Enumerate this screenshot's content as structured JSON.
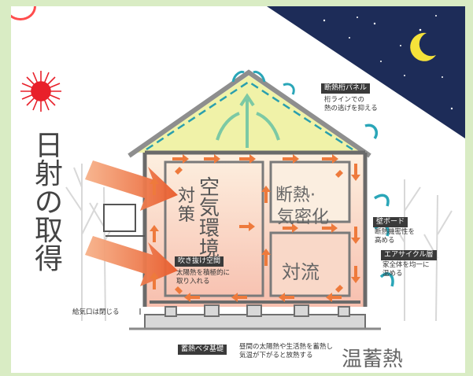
{
  "labels": {
    "rafter_panel": "断熱桁パネル",
    "rafter_note": [
      "桁ラインでの",
      "熱の逃げを抑える"
    ],
    "wall_board": "壁ボード",
    "wall_note": [
      "断熱機密性を",
      "高める"
    ],
    "air_cycle": "エアサイクル層",
    "air_note": [
      "家全体を均一に",
      "温める"
    ],
    "atrium": "吹き抜け空間",
    "atrium_note": [
      "太陽熱を積極的に",
      "取り入れる"
    ],
    "vent_note": "給気口は閉じる",
    "foundation": "蓄熱ベタ基礎",
    "foundation_note": [
      "昼間の太陽熱や生活熱を蓄熱し",
      "気温が下がると放熱する"
    ]
  },
  "big_text": {
    "solar": [
      "日",
      "射",
      "の",
      "取",
      "得"
    ],
    "air_env": [
      "空",
      "気",
      "環",
      "境"
    ],
    "measures": [
      "対",
      "策"
    ],
    "insulation": "断熱·",
    "airtight": "気密化",
    "convection": "対流",
    "heat_storage": "温蓄熱"
  },
  "colors": {
    "frame": "#d9ecc4",
    "night": "#1d2c58",
    "attic": "#f0f2a8",
    "interior_top": "#fdebd8",
    "interior_bottom": "#f8c3b0",
    "sun": "#e8202a",
    "arrow_orange": "#ee7a3c",
    "cold_arrow": "#2aa6b8"
  }
}
